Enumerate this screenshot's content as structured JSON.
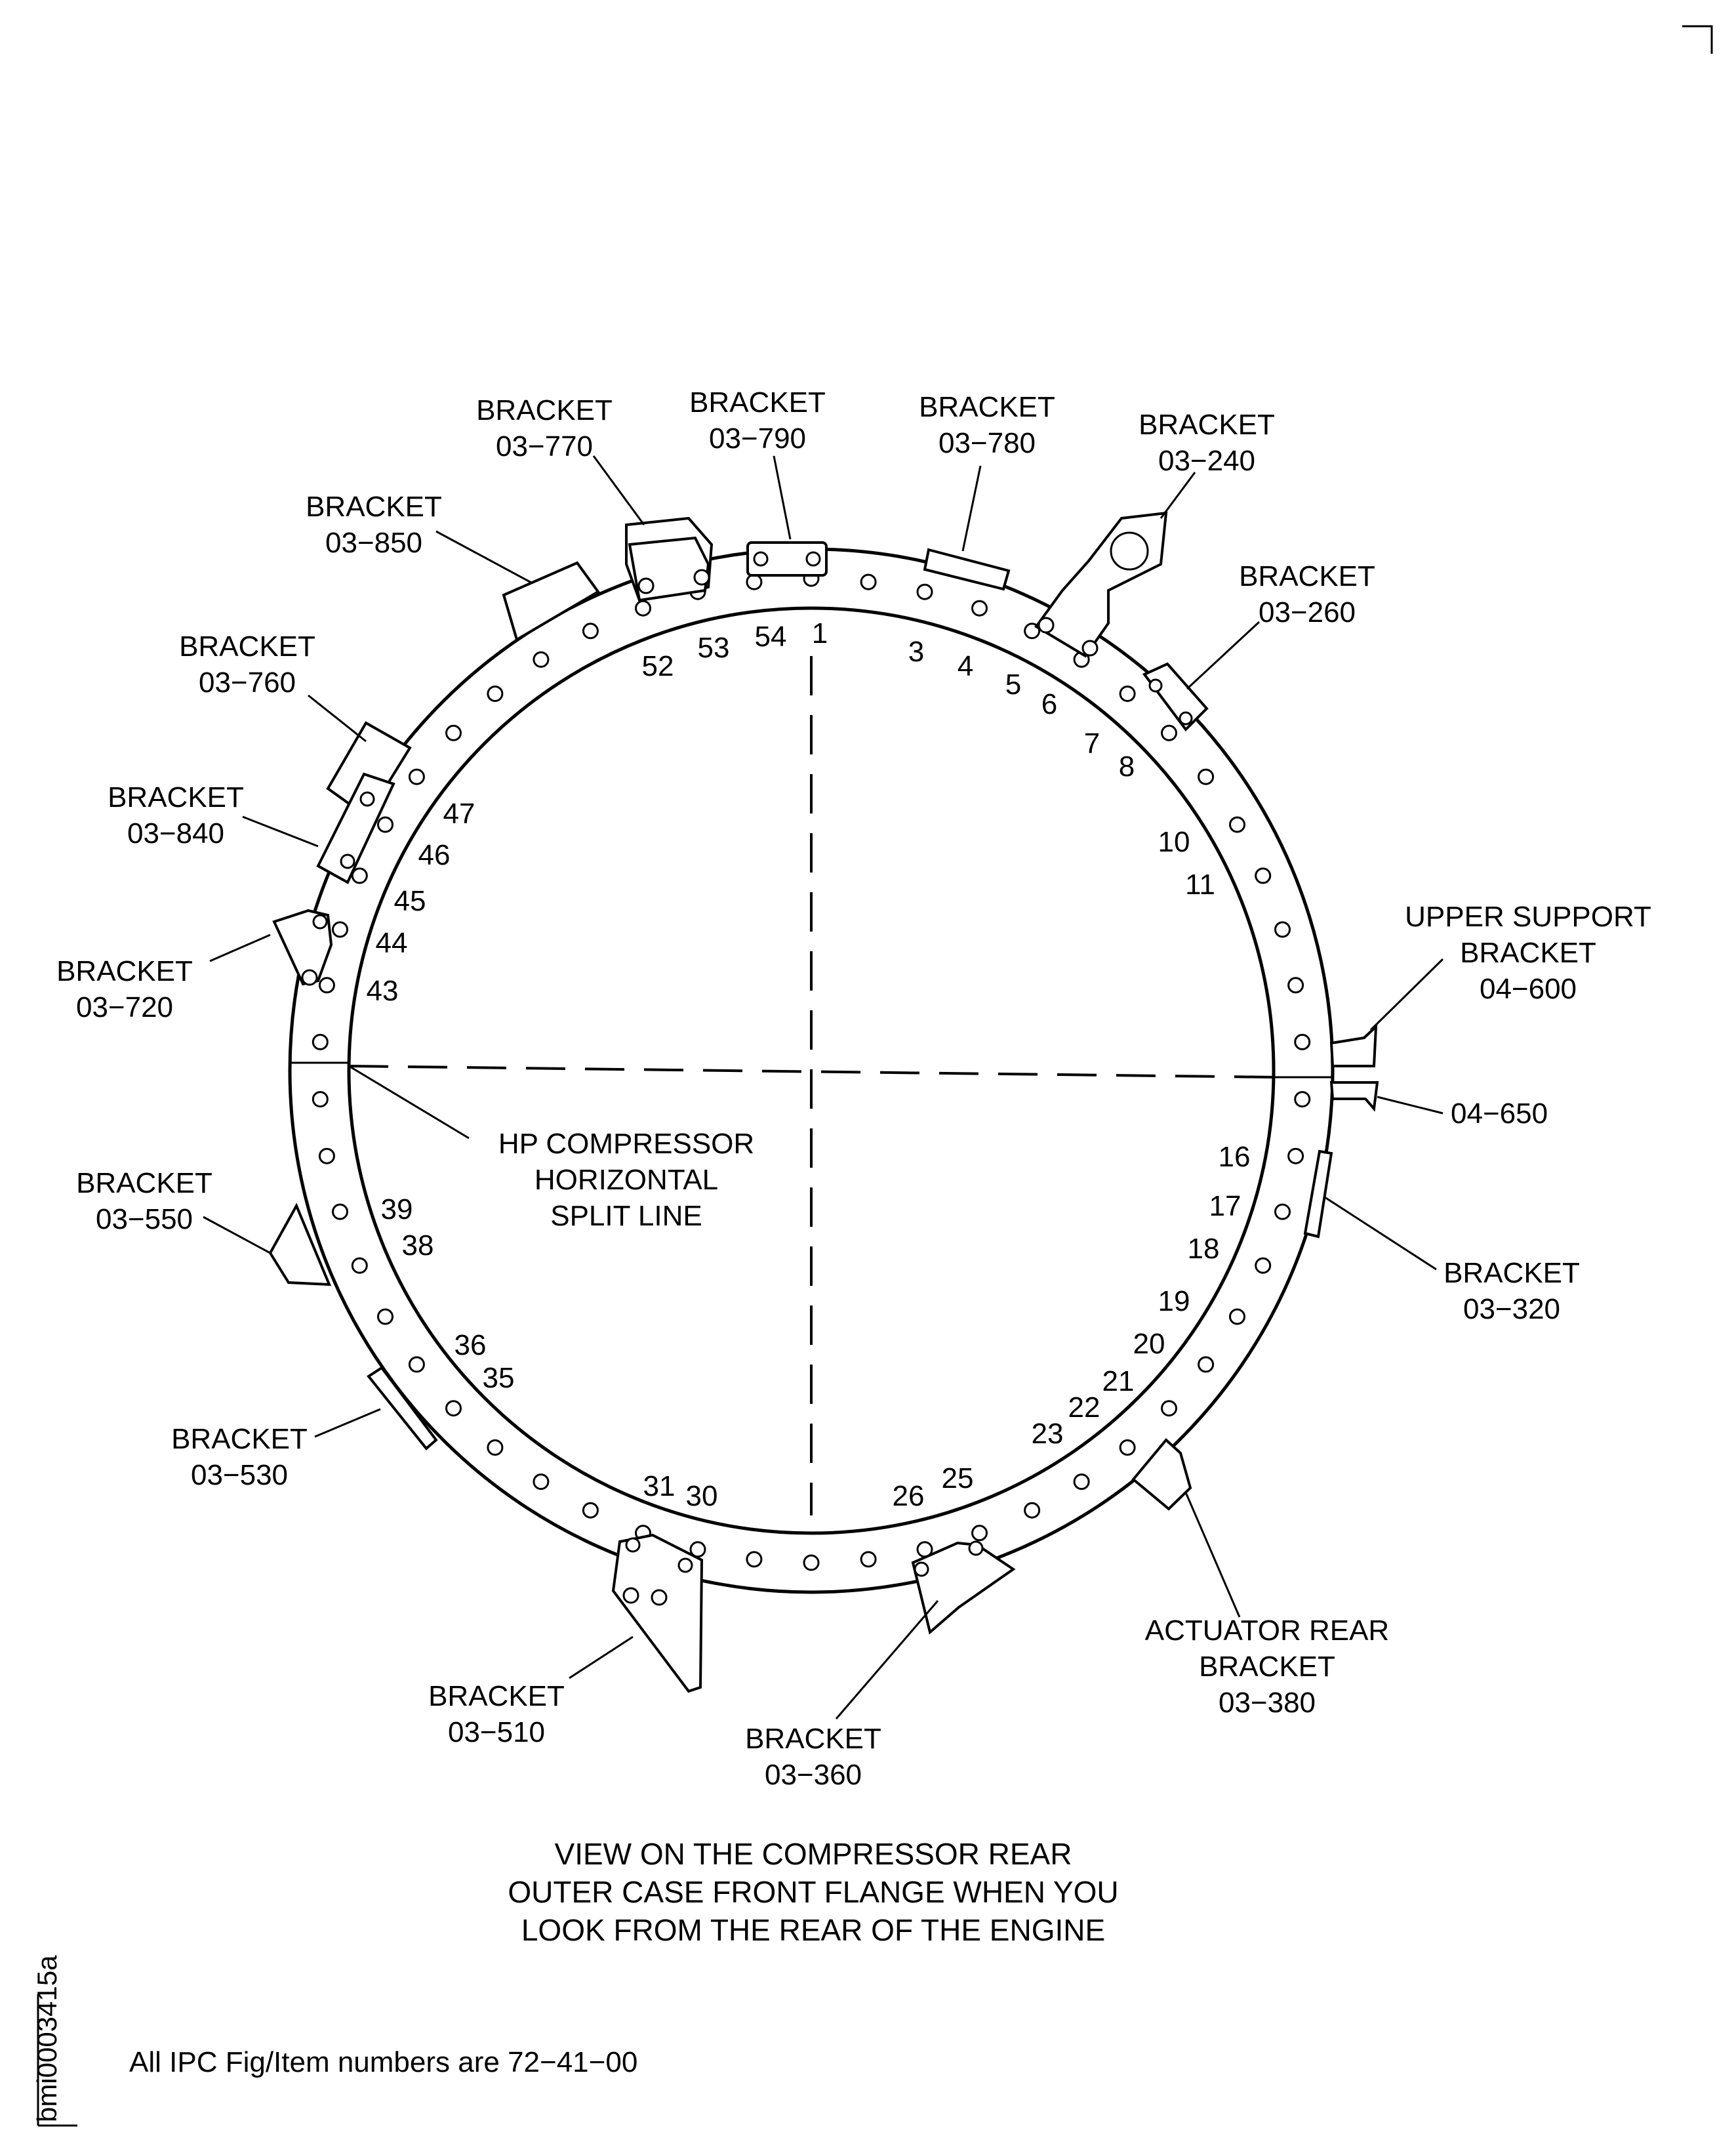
{
  "labels": {
    "b770": [
      "BRACKET",
      "03−770"
    ],
    "b790": [
      "BRACKET",
      "03−790"
    ],
    "b780": [
      "BRACKET",
      "03−780"
    ],
    "b240": [
      "BRACKET",
      "03−240"
    ],
    "b850": [
      "BRACKET",
      "03−850"
    ],
    "b260": [
      "BRACKET",
      "03−260"
    ],
    "b760": [
      "BRACKET",
      "03−760"
    ],
    "b840": [
      "BRACKET",
      "03−840"
    ],
    "b720": [
      "BRACKET",
      "03−720"
    ],
    "upper_support": [
      "UPPER SUPPORT",
      "BRACKET",
      "04−600"
    ],
    "b650": "04−650",
    "split_line": [
      "HP COMPRESSOR",
      "HORIZONTAL",
      "SPLIT LINE"
    ],
    "b550": [
      "BRACKET",
      "03−550"
    ],
    "b320": [
      "BRACKET",
      "03−320"
    ],
    "b530": [
      "BRACKET",
      "03−530"
    ],
    "actuator_rear": [
      "ACTUATOR REAR",
      "BRACKET",
      "03−380"
    ],
    "b510": [
      "BRACKET",
      "03−510"
    ],
    "b360": [
      "BRACKET",
      "03−360"
    ]
  },
  "hole_numbers": {
    "n1": "1",
    "n3": "3",
    "n4": "4",
    "n5": "5",
    "n6": "6",
    "n7": "7",
    "n8": "8",
    "n10": "10",
    "n11": "11",
    "n16": "16",
    "n17": "17",
    "n18": "18",
    "n19": "19",
    "n20": "20",
    "n21": "21",
    "n22": "22",
    "n23": "23",
    "n25": "25",
    "n26": "26",
    "n30": "30",
    "n31": "31",
    "n35": "35",
    "n36": "36",
    "n38": "38",
    "n39": "39",
    "n43": "43",
    "n44": "44",
    "n45": "45",
    "n46": "46",
    "n47": "47",
    "n52": "52",
    "n53": "53",
    "n54": "54"
  },
  "caption": [
    "VIEW ON THE COMPRESSOR REAR",
    "OUTER CASE FRONT FLANGE WHEN YOU",
    "LOOK FROM THE REAR OF THE ENGINE"
  ],
  "footnote": "All IPC Fig/Item numbers are 72−41−00",
  "figure_code": "bmi0003415a"
}
